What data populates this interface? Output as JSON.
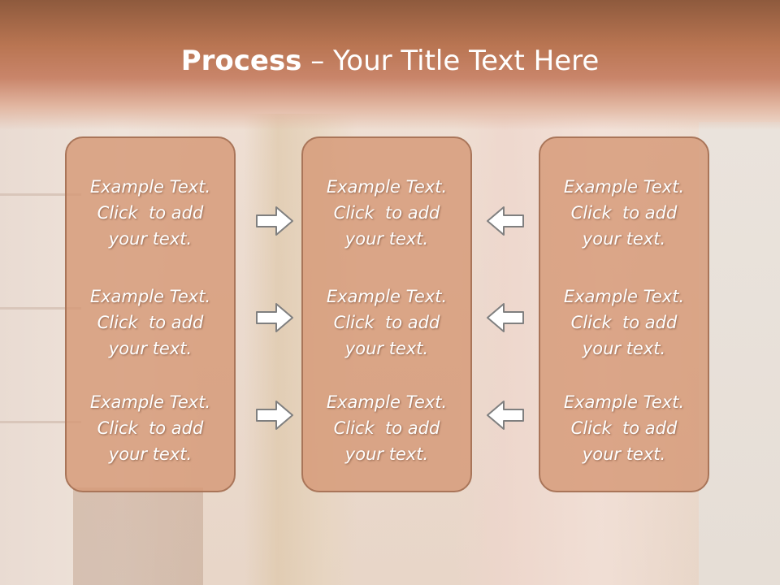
{
  "title": {
    "bold": "Process",
    "rest": " – Your Title Text Here"
  },
  "columns": [
    {
      "items": [
        [
          "Example Text.",
          "Click  to add",
          "your text."
        ],
        [
          "Example Text.",
          "Click  to add",
          "your text."
        ],
        [
          "Example Text.",
          "Click  to add",
          "your text."
        ]
      ]
    },
    {
      "items": [
        [
          "Example Text.",
          "Click  to add",
          "your text."
        ],
        [
          "Example Text.",
          "Click  to add",
          "your text."
        ],
        [
          "Example Text.",
          "Click  to add",
          "your text."
        ]
      ]
    },
    {
      "items": [
        [
          "Example Text.",
          "Click  to add",
          "your text."
        ],
        [
          "Example Text.",
          "Click  to add",
          "your text."
        ],
        [
          "Example Text.",
          "Click  to add",
          "your text."
        ]
      ]
    }
  ],
  "arrows": {
    "left_group": "right-arrow-icon",
    "right_group": "left-arrow-icon"
  },
  "colors": {
    "title_band": "#b97552",
    "box_fill": "#d69876",
    "box_border": "#a97559",
    "arrow_fill": "#ffffff",
    "arrow_stroke": "#7f7f7f"
  }
}
